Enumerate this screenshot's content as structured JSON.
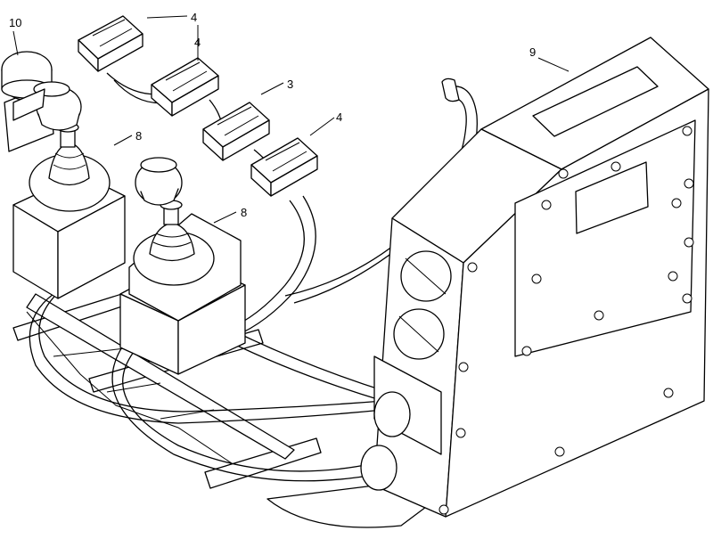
{
  "diagram": {
    "callouts": [
      {
        "id": "c10",
        "label": "10"
      },
      {
        "id": "c4a",
        "label": "4"
      },
      {
        "id": "c4b",
        "label": "4"
      },
      {
        "id": "c3",
        "label": "3"
      },
      {
        "id": "c4c",
        "label": "4"
      },
      {
        "id": "c9",
        "label": "9"
      },
      {
        "id": "c8a",
        "label": "8"
      },
      {
        "id": "c8b",
        "label": "8"
      }
    ]
  }
}
